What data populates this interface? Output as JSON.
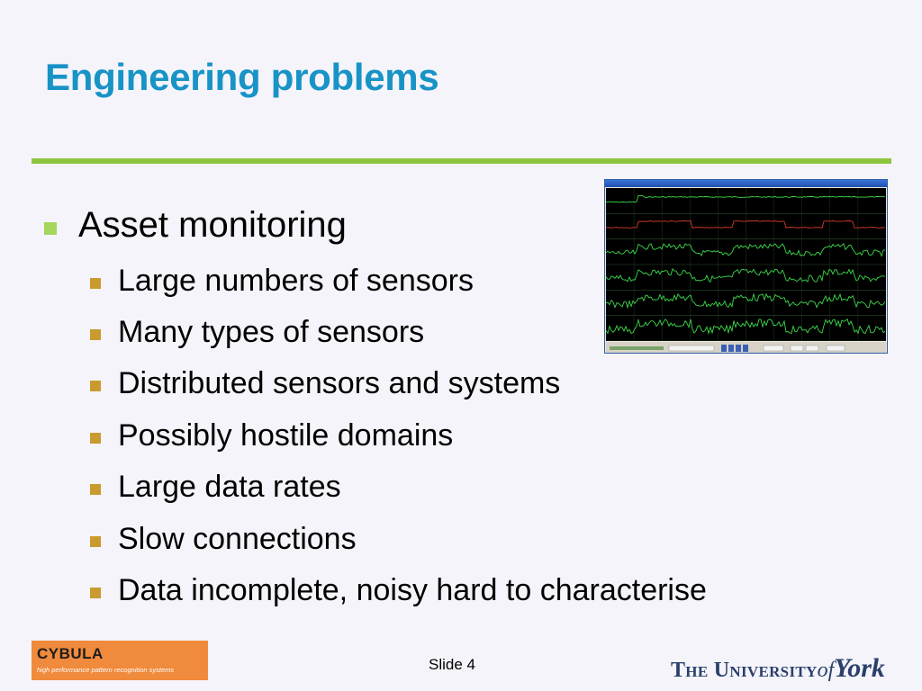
{
  "slide": {
    "title": "Engineering problems",
    "bullets": {
      "main": "Asset monitoring",
      "sub": [
        "Large numbers of sensors",
        "Many types of sensors",
        "Distributed sensors and systems",
        "Possibly hostile domains",
        "Large data rates",
        "Slow connections",
        "Data incomplete, noisy hard to characterise"
      ]
    },
    "colors": {
      "title": "#1893c6",
      "rule": "#8cc63f",
      "bullet_main": "#a4d65e",
      "bullet_sub": "#c99a2e",
      "trace_green": "#3dd84a",
      "trace_red": "#d83a2a",
      "logo_bg": "#f08a3c"
    }
  },
  "footer": {
    "logo_name": "CYBULA",
    "logo_tagline": "high performance pattern recognition systems",
    "slide_label": "Slide 4",
    "university_main": "The University",
    "university_of": "of",
    "university_york": "York"
  },
  "screenshot": {
    "description_icon": "sensor-monitor-window",
    "num_channels": 6
  }
}
